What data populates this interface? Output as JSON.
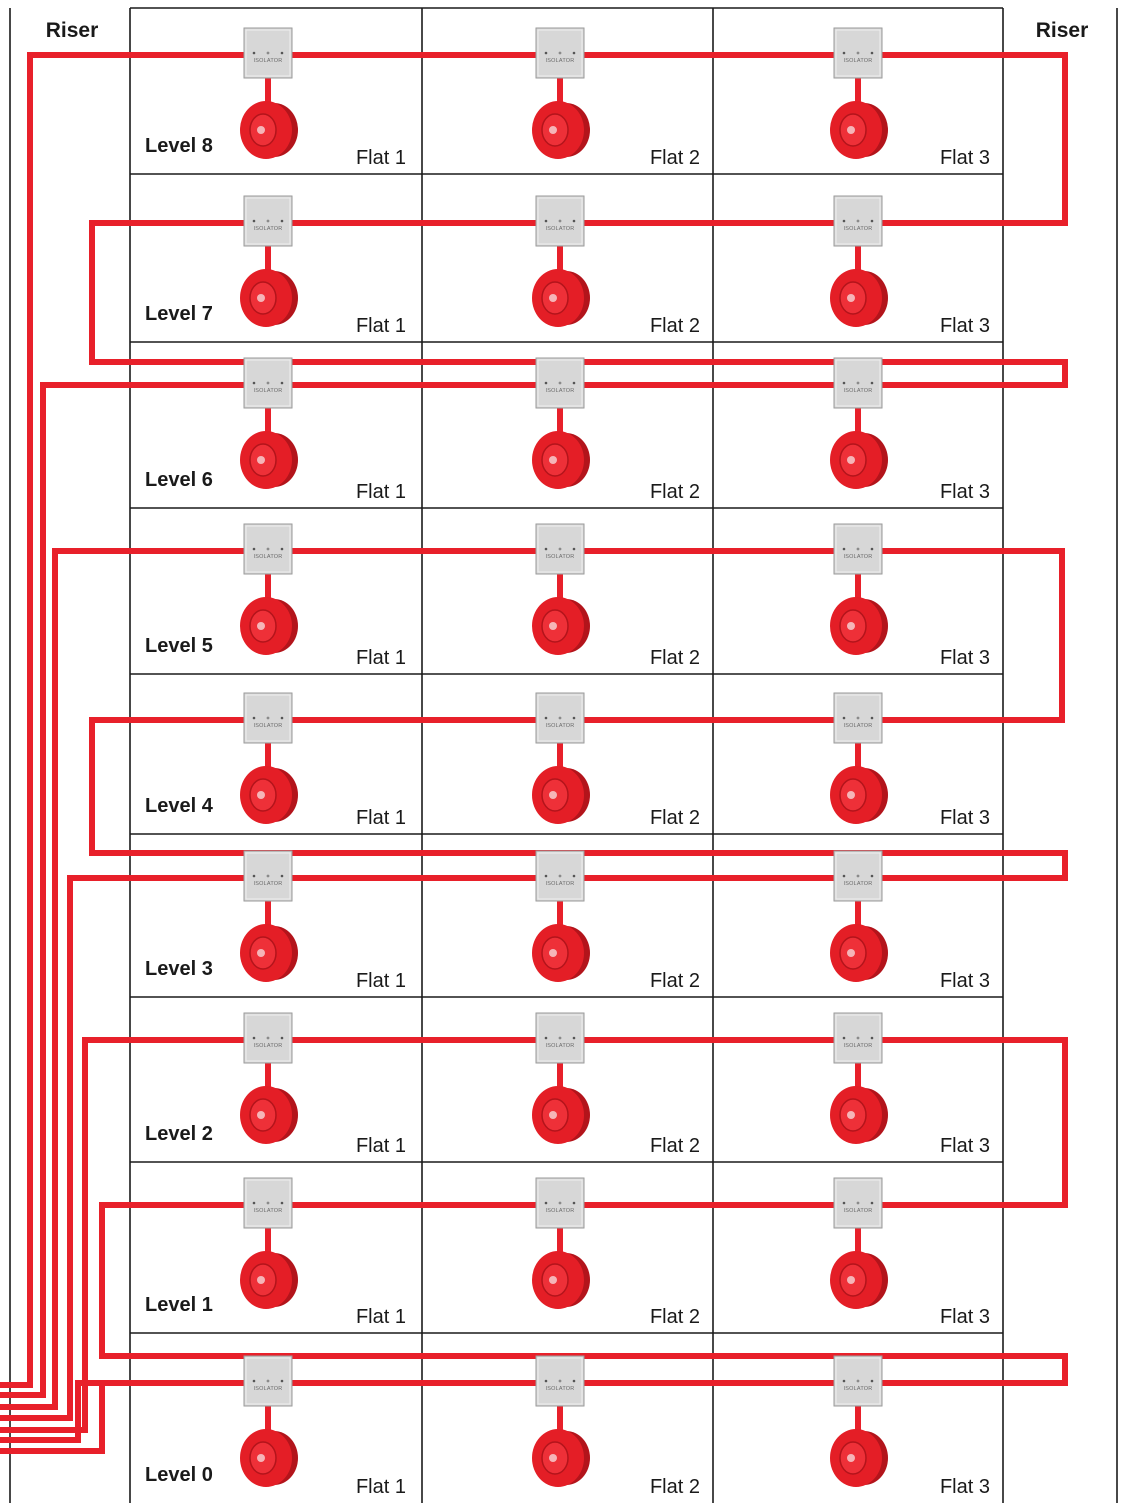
{
  "diagram": {
    "riser_left_label": "Riser",
    "riser_right_label": "Riser",
    "isolator_text": "ISOLATOR",
    "levels": [
      "Level 8",
      "Level 7",
      "Level 6",
      "Level 5",
      "Level 4",
      "Level 3",
      "Level 2",
      "Level 1",
      "Level 0"
    ],
    "flats": [
      "Flat 1",
      "Flat 2",
      "Flat 3"
    ],
    "devices_per_flat": [
      "isolator-module",
      "alarm-sounder"
    ]
  },
  "colors": {
    "cable": "#e8202a",
    "sounder": "#e41e26",
    "sounder_dark": "#b3141b",
    "isolator_box": "#d7d7d7",
    "grid_line": "#1a1a1a"
  },
  "icons": {
    "isolator": "isolator-module-icon",
    "sounder": "alarm-sounder-icon"
  }
}
